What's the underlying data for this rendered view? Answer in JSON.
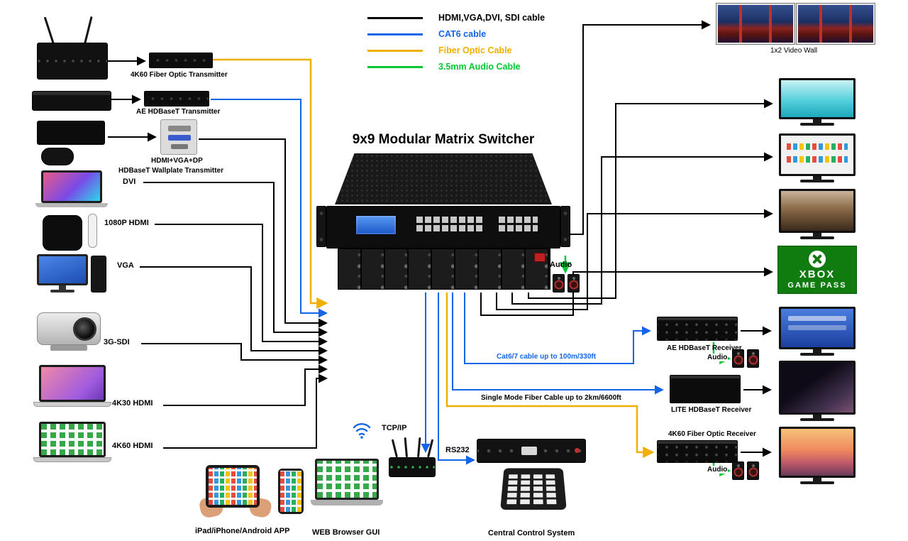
{
  "title": "9x9 Modular Matrix Switcher",
  "colors": {
    "hdmi_sdi_cable": "#000000",
    "cat6_cable": "#1565e8",
    "fiber_cable": "#f0b000",
    "audio_cable": "#00c832",
    "xbox_green": "#107c10"
  },
  "legend": {
    "items": [
      {
        "label": "HDMI,VGA,DVI, SDI cable",
        "color": "#000000"
      },
      {
        "label": "CAT6 cable",
        "color": "#1565e8"
      },
      {
        "label": "Fiber Optic Cable",
        "color": "#f0b000"
      },
      {
        "label": "3.5mm Audio Cable",
        "color": "#00c832"
      }
    ]
  },
  "sources": [
    {
      "label": "4K60 Fiber Optic Transmitter"
    },
    {
      "label": "AE HDBaseT Transmitter"
    },
    {
      "label": "HDMI+VGA+DP",
      "label2": "HDBaseT Wallplate Transmitter"
    },
    {
      "label": "DVI"
    },
    {
      "label": "1080P HDMI"
    },
    {
      "label": "VGA"
    },
    {
      "label": "3G-SDI"
    },
    {
      "label": "4K30 HDMI"
    },
    {
      "label": "4K60 HDMI"
    }
  ],
  "center": {
    "audio_label": "Audio"
  },
  "network": {
    "tcpip": "TCP/IP",
    "rs232": "RS232"
  },
  "cable_notes": {
    "cat6": "Cat6/7 cable up to 100m/330ft",
    "fiber": "Single Mode Fiber Cable up to 2km/6600ft"
  },
  "control": {
    "app": "iPad/iPhone/Android APP",
    "web": "WEB Browser GUI",
    "central": "Central Control System"
  },
  "outputs": {
    "video_wall": "1x2 Video Wall",
    "ae_receiver": "AE HDBaseT Receiver",
    "ae_audio": "Audio",
    "lite_receiver": "LITE HDBaseT Receiver",
    "fiber_receiver": "4K60 Fiber Optic Receiver",
    "fiber_audio": "Audio",
    "xbox_line1": "XBOX",
    "xbox_line2": "GAME PASS"
  }
}
